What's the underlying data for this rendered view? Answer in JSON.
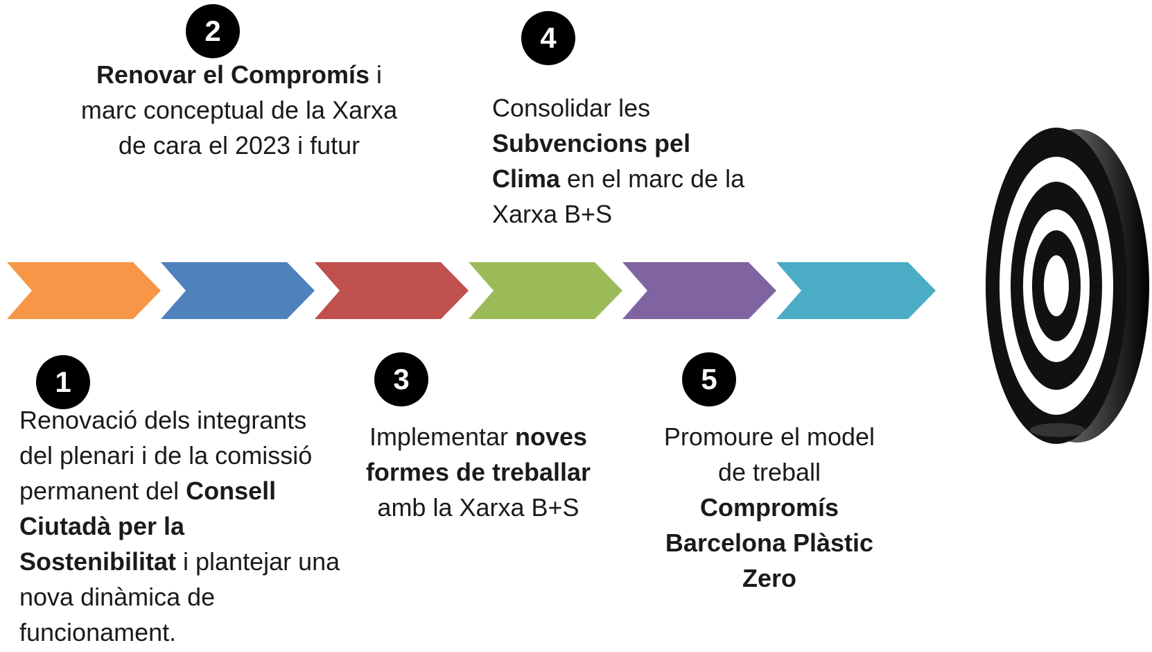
{
  "steps": [
    {
      "number": "1",
      "text_parts": [
        {
          "t": "Renovació dels integrants del plenari i de la comissió permanent del ",
          "b": false
        },
        {
          "t": "Consell Ciutadà per la Sostenibilitat",
          "b": true
        },
        {
          "t": " i plantejar una nova dinàmica de funcionament.",
          "b": false
        }
      ]
    },
    {
      "number": "2",
      "text_parts": [
        {
          "t": "Renovar el Compromís",
          "b": true
        },
        {
          "t": " i marc conceptual de la Xarxa de cara el 2023  i futur",
          "b": false
        }
      ]
    },
    {
      "number": "3",
      "text_parts": [
        {
          "t": "Implementar ",
          "b": false
        },
        {
          "t": "noves formes de treballar",
          "b": true
        },
        {
          "t": " amb la Xarxa B+S",
          "b": false
        }
      ]
    },
    {
      "number": "4",
      "text_parts": [
        {
          "t": "Consolidar les ",
          "b": false
        },
        {
          "t": "Subvencions pel Clima",
          "b": true
        },
        {
          "t": " en el marc de la Xarxa B+S",
          "b": false
        }
      ]
    },
    {
      "number": "5",
      "text_parts": [
        {
          "t": "Promoure el model de treball ",
          "b": false
        },
        {
          "t": "Compromís Barcelona Plàstic Zero",
          "b": true
        }
      ]
    }
  ],
  "chevron_colors": [
    "#f79646",
    "#4f81bd",
    "#c0504d",
    "#9bbb59",
    "#8064a2",
    "#4bacc6"
  ],
  "badge_color": "#000000",
  "target": {
    "ring_dark": "#111111",
    "ring_light": "#ffffff"
  }
}
